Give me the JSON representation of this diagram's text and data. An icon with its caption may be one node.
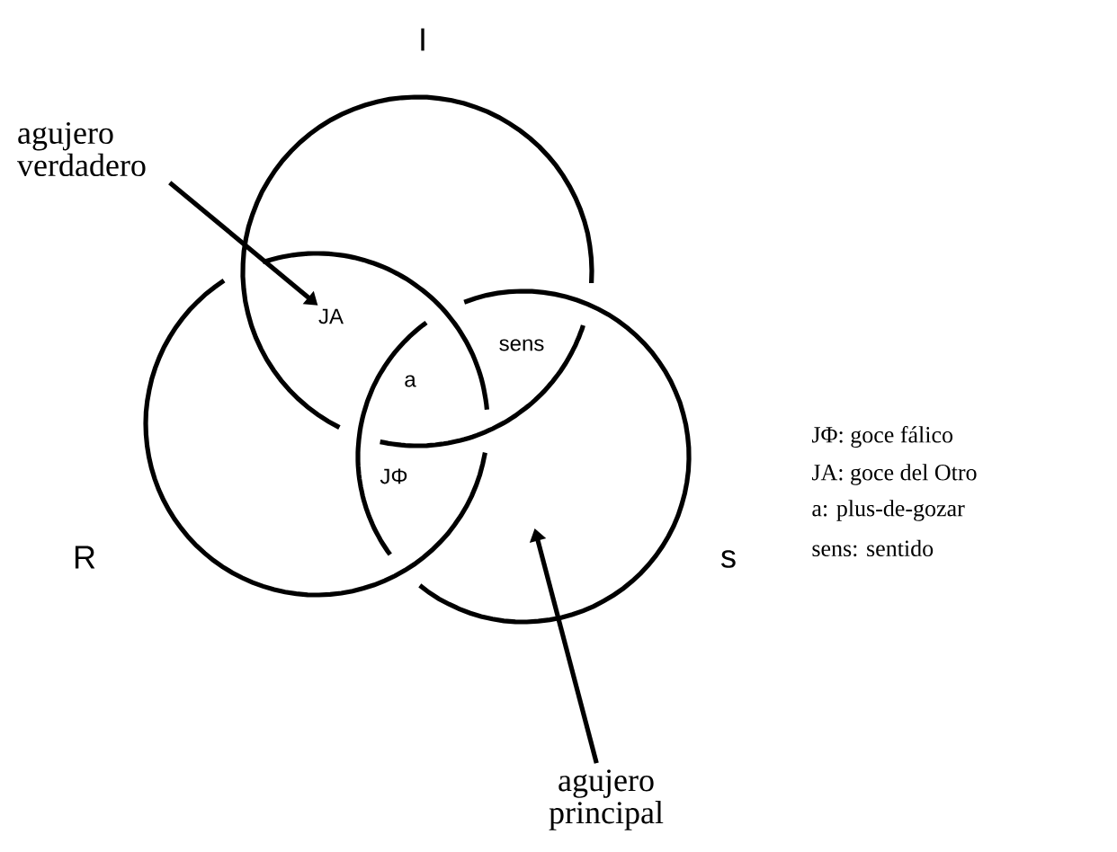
{
  "diagram": {
    "nodes": [
      {
        "text": [
          "agujero verdadero"
        ]
      },
      {
        "text": [
          "JA"
        ]
      },
      {
        "text": [
          "agujero principal"
        ]
      }
    ],
    "edges": [
      {
        "from": 0,
        "to": 1,
        "arrow": "to"
      },
      {
        "from": 2,
        "to": null,
        "arrow": "to"
      }
    ],
    "labels": [
      "I",
      "sens",
      "a",
      "JΦ",
      "R",
      "s",
      "JΦ: goce fálico",
      "JA: goce del Otro",
      "a: plus-de-gozar",
      "sens: sentido"
    ]
  }
}
